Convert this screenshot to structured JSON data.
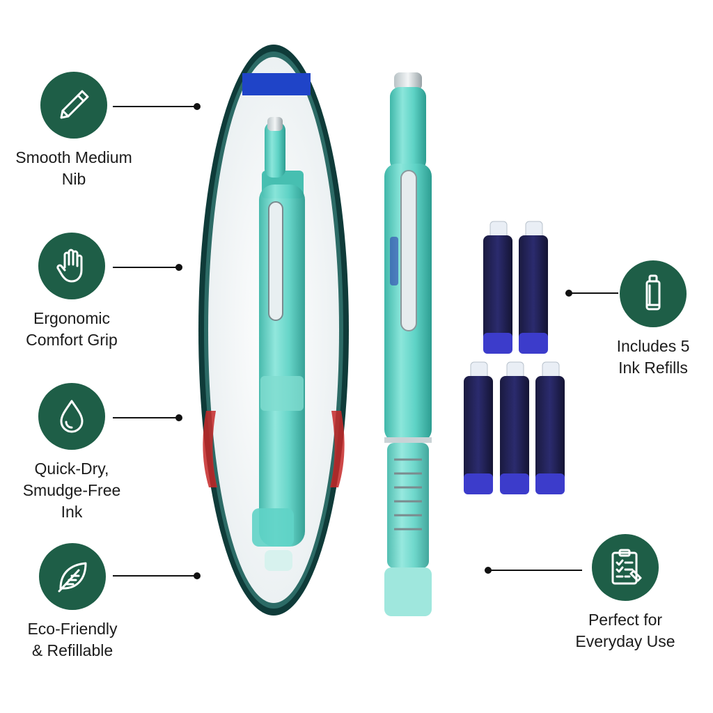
{
  "features_left": [
    {
      "icon": "pen-icon",
      "label": "Smooth Medium\nNib"
    },
    {
      "icon": "hand-icon",
      "label": "Ergonomic\nComfort Grip"
    },
    {
      "icon": "drop-icon",
      "label": "Quick-Dry,\nSmudge-Free\nInk"
    },
    {
      "icon": "leaf-icon",
      "label": "Eco-Friendly\n& Refillable"
    }
  ],
  "features_right": [
    {
      "icon": "cartridge-icon",
      "label": "Includes 5\nInk Refills"
    },
    {
      "icon": "clipboard-icon",
      "label": "Perfect for\nEveryday Use"
    }
  ],
  "colors": {
    "icon_circle": "#1e5e47",
    "pen_teal": "#5fd3c6",
    "ink_blue": "#2a2a8e",
    "package_rim": "#123c3a"
  }
}
